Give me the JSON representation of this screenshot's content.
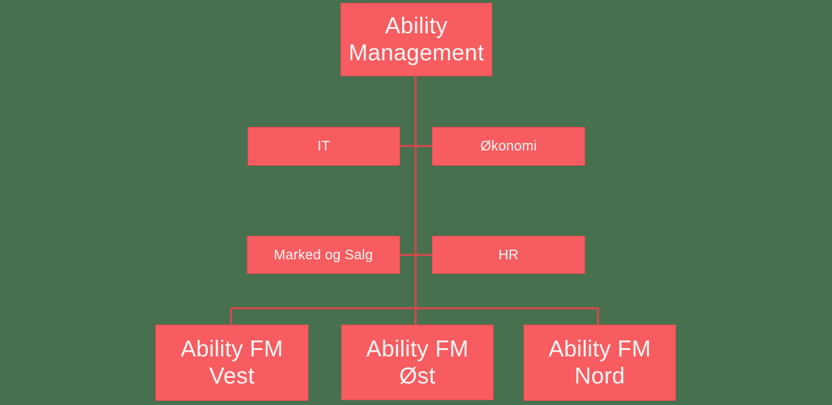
{
  "canvas": {
    "background_color": "#47704E"
  },
  "colors": {
    "node_fill": "#F65C60",
    "node_border": "#C03A3F",
    "connector": "#D04A4E",
    "text_color": "#FCF6F4"
  },
  "org_chart": {
    "root": {
      "label": "Ability Management",
      "lines": [
        "Ability",
        "Management"
      ]
    },
    "departments": [
      {
        "label": "IT",
        "lines": [
          "IT"
        ]
      },
      {
        "label": "Økonomi",
        "lines": [
          "Økonomi"
        ]
      },
      {
        "label": "Marked og Salg",
        "lines": [
          "Marked og Salg"
        ]
      },
      {
        "label": "HR",
        "lines": [
          "HR"
        ]
      }
    ],
    "regions": [
      {
        "label": "Ability FM Vest",
        "lines": [
          "Ability FM",
          "Vest"
        ]
      },
      {
        "label": "Ability FM Øst",
        "lines": [
          "Ability FM",
          "Øst"
        ]
      },
      {
        "label": "Ability FM Nord",
        "lines": [
          "Ability FM",
          "Nord"
        ]
      }
    ]
  }
}
